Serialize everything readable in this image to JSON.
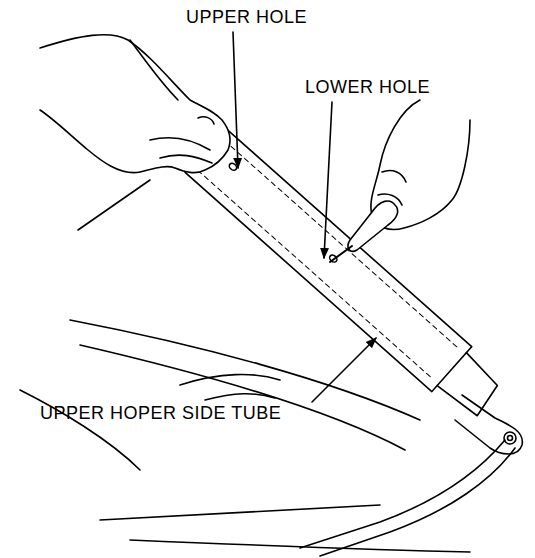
{
  "diagram": {
    "labels": [
      "UPPER HOLE",
      "LOWER HOLE",
      "UPPER HOPER SIDE TUBE"
    ]
  }
}
